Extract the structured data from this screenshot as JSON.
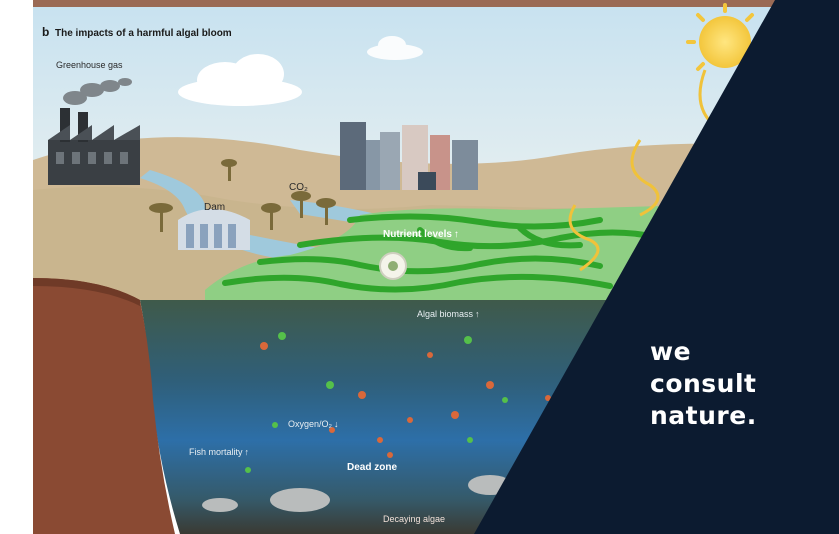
{
  "figure": {
    "panel_letter": "b",
    "title": "The impacts of a harmful algal bloom"
  },
  "labels": {
    "greenhouse_gas": "Greenhouse gas",
    "co2": "CO₂",
    "dam": "Dam",
    "nutrient_levels": "Nutrient levels",
    "algal_biomass": "Algal biomass",
    "oxygen": "Oxygen/O₂",
    "fish_mortality": "Fish mortality",
    "dead_zone": "Dead zone",
    "decaying_algae": "Decaying algae"
  },
  "arrows": {
    "up": "↑",
    "down": "↓"
  },
  "banner": {
    "line1": "we",
    "line2": "consult",
    "line3": "nature."
  },
  "colors": {
    "sky": "#cfe6f2",
    "banner": "#0c1b30",
    "algae": "#3fb93b",
    "water_deep": "#2d6fa8",
    "sediment": "#8a4a33"
  }
}
